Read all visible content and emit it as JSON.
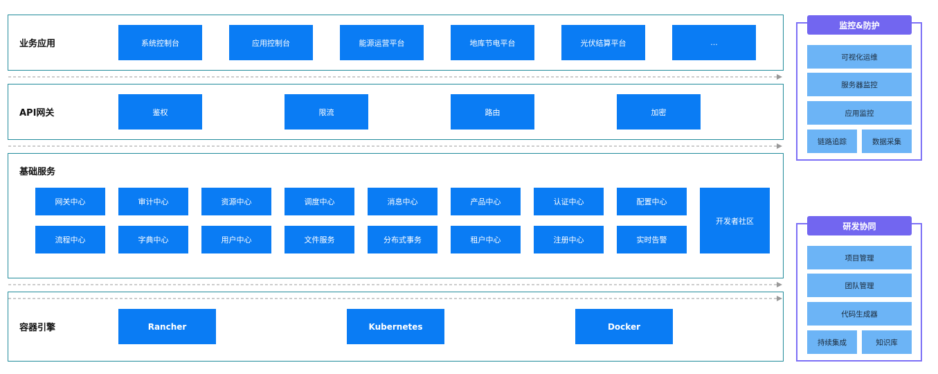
{
  "layers": {
    "apps": {
      "title": "业务应用",
      "items": [
        "系统控制台",
        "应用控制台",
        "能源运营平台",
        "地库节电平台",
        "光伏结算平台",
        "..."
      ]
    },
    "gateway": {
      "title": "API网关",
      "items": [
        "鉴权",
        "限流",
        "路由",
        "加密"
      ]
    },
    "services": {
      "title": "基础服务",
      "row1": [
        "网关中心",
        "审计中心",
        "资源中心",
        "调度中心",
        "消息中心",
        "产品中心",
        "认证中心",
        "配置中心"
      ],
      "row2": [
        "流程中心",
        "字典中心",
        "用户中心",
        "文件服务",
        "分布式事务",
        "租户中心",
        "注册中心",
        "实时告警"
      ],
      "side": "开发者社区"
    },
    "engine": {
      "title": "容器引擎",
      "items": [
        "Rancher",
        "Kubernetes",
        "Docker"
      ]
    }
  },
  "monitor": {
    "title": "监控&防护",
    "items": [
      "可视化运维",
      "服务器监控",
      "应用监控"
    ],
    "pair": [
      "链路追踪",
      "数据采集"
    ]
  },
  "collab": {
    "title": "研发协同",
    "items": [
      "项目管理",
      "团队管理",
      "代码生成器"
    ],
    "pair": [
      "持续集成",
      "知识库"
    ]
  }
}
